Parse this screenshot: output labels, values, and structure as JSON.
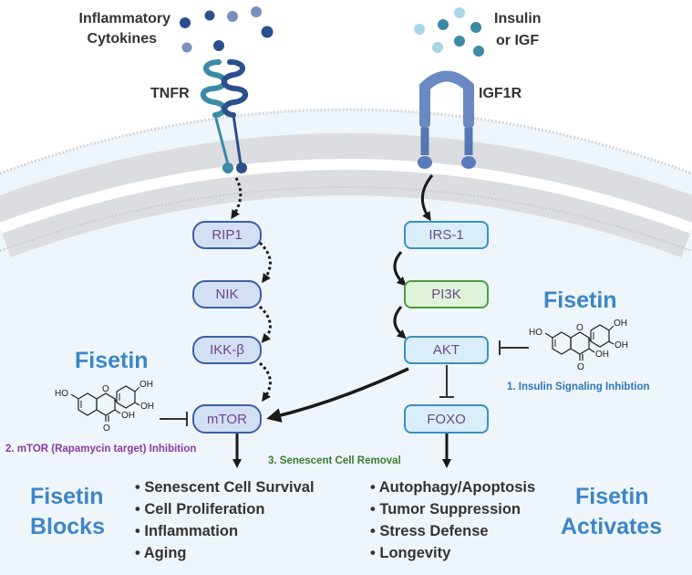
{
  "ligands": {
    "inflammatory_line1": "Inflammatory",
    "inflammatory_line2": "Cytokines",
    "insulin_line1": "Insulin",
    "insulin_line2": "or IGF"
  },
  "receptors": {
    "tnfr": "TNFR",
    "igf1r": "IGF1R"
  },
  "pathway_left": [
    "RIP1",
    "NIK",
    "IKK-β",
    "mTOR"
  ],
  "pathway_right": [
    "IRS-1",
    "PI3K",
    "AKT",
    "FOXO"
  ],
  "fisetin": {
    "label": "Fisetin",
    "left_note": "2. mTOR (Rapamycin target) Inhibition",
    "right_note": "1. Insulin Signaling Inhibtion",
    "center_note": "3. Senescent Cell Removal"
  },
  "molecule": {
    "oh": "OH",
    "ho": "HO",
    "o": "O"
  },
  "blocks": {
    "title_line1": "Fisetin",
    "title_line2": "Blocks",
    "items": [
      "Senescent Cell Survival",
      "Cell Proliferation",
      "Inflammation",
      "Aging"
    ]
  },
  "activates": {
    "title_line1": "Fisetin",
    "title_line2": "Activates",
    "items": [
      "Autophagy/Apoptosis",
      "Tumor Suppression",
      "Stress Defense",
      "Longevity"
    ]
  },
  "colors": {
    "membrane": "#dcdde0",
    "cytoplasm": "#eef5fb",
    "fisetin_blue": "#3c86c6",
    "note_purple": "#8e3aa3",
    "note_blue": "#2f77b8",
    "note_green": "#3c7a2b",
    "cytokine_dark": "#2c4f8e",
    "ligand_light": "#a9d6e6",
    "ligand_teal": "#3c8aa6"
  }
}
